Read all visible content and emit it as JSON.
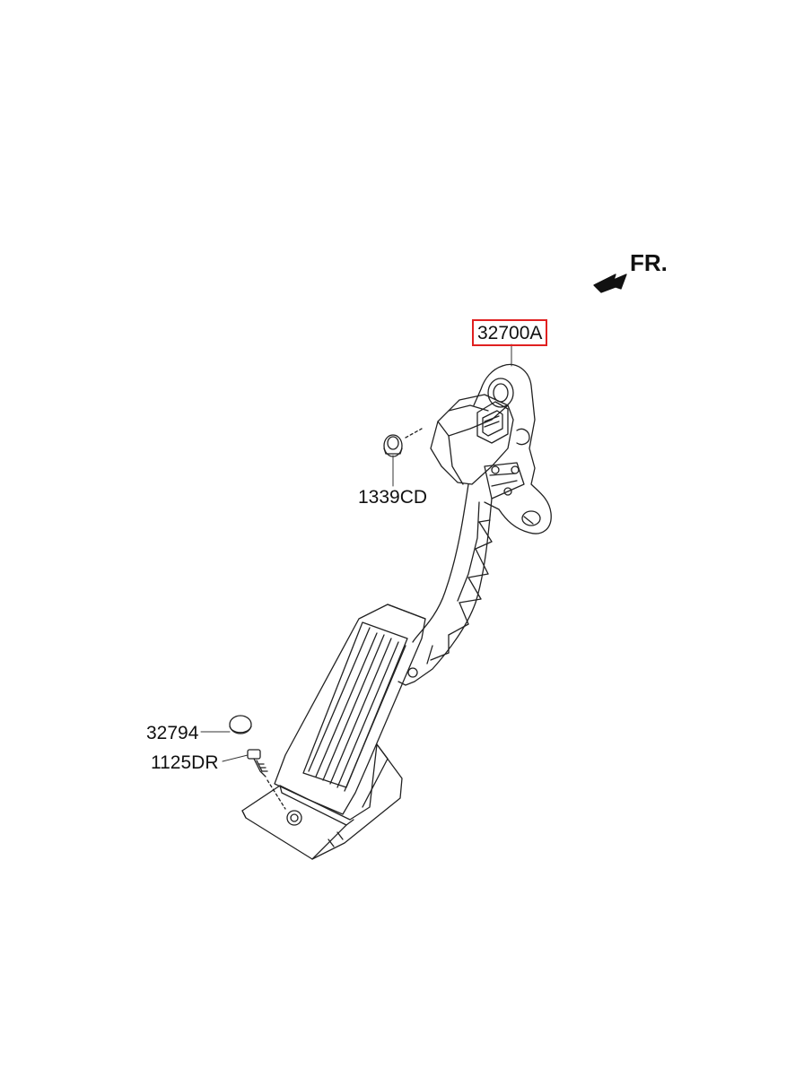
{
  "orientation": {
    "label": "FR.",
    "arrow_icon": "front-direction-arrow-icon"
  },
  "parts": [
    {
      "id": "pedal-assembly",
      "code": "32700A",
      "highlighted": true,
      "highlight_color": "#e02020"
    },
    {
      "id": "grommet",
      "code": "1339CD",
      "highlighted": false
    },
    {
      "id": "cap",
      "code": "32794",
      "highlighted": false
    },
    {
      "id": "bolt",
      "code": "1125DR",
      "highlighted": false
    }
  ],
  "colors": {
    "line": "#222222",
    "highlight": "#e02020",
    "background": "#ffffff"
  }
}
